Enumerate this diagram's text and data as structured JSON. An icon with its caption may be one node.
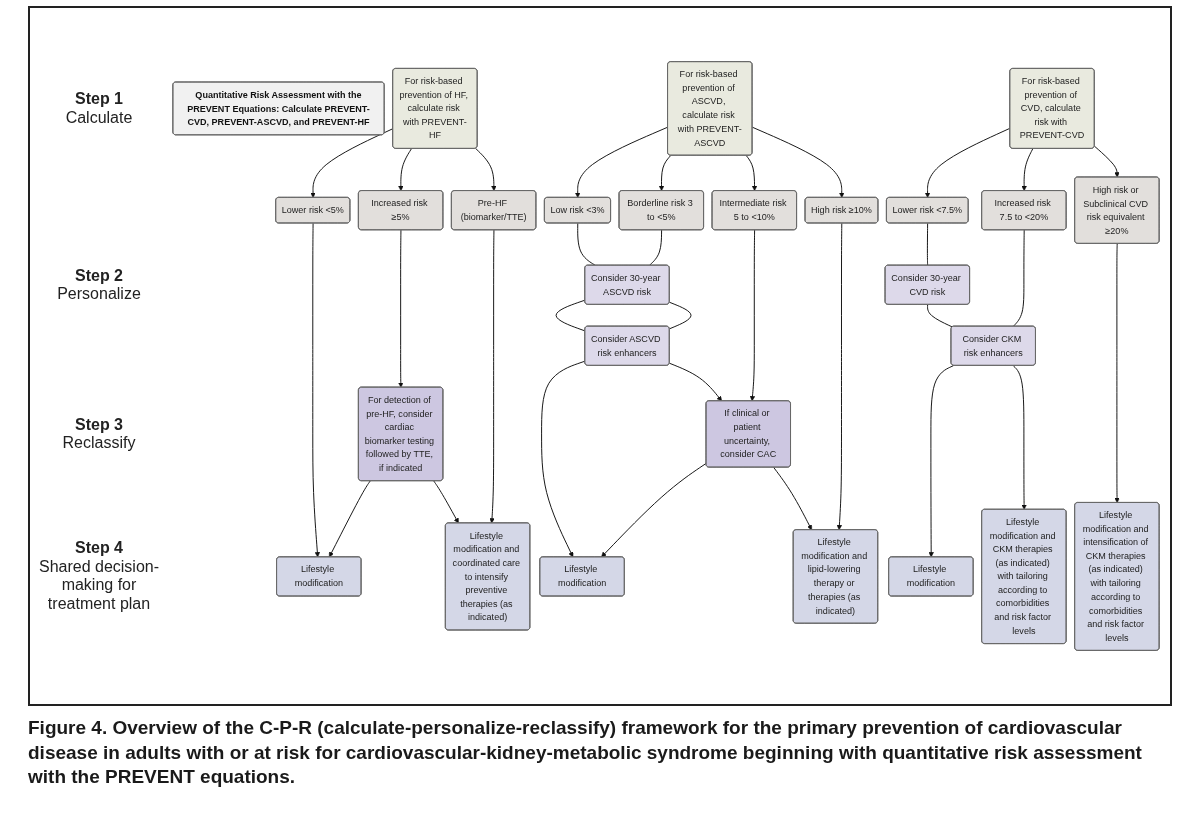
{
  "diagram": {
    "caption": "Figure 4. Overview of the C-P-R (calculate-personalize-reclassify) framework for the primary prevention of cardiovascular disease in adults with or at risk for cardiovascular-kidney-metabolic syndrome beginning with quantitative risk assessment with the PREVENT equations.",
    "nodes": [
      {
        "text": [
          "Quantitative Risk Assessment with the PREVENT Equations: Calculate PREVENT-CVD, PREVENT-ASCVD, and PREVENT-HF"
        ]
      },
      {
        "text": [
          "For risk-based prevention of HF, calculate risk with PREVENT-HF"
        ]
      },
      {
        "text": [
          "For risk-based prevention of ASCVD, calculate risk with PREVENT-ASCVD"
        ]
      },
      {
        "text": [
          "For risk-based prevention of CVD, calculate risk with PREVENT-CVD"
        ]
      },
      {
        "text": [
          "Lower risk <5%"
        ]
      },
      {
        "text": [
          "Increased risk ≥5%"
        ]
      },
      {
        "text": [
          "Pre-HF (biomarker/TTE)"
        ]
      },
      {
        "text": [
          "Low risk <3%"
        ]
      },
      {
        "text": [
          "Borderline risk 3 to <5%"
        ]
      },
      {
        "text": [
          "Intermediate risk 5 to <10%"
        ]
      },
      {
        "text": [
          "High risk ≥10%"
        ]
      },
      {
        "text": [
          "Lower risk <7.5%"
        ]
      },
      {
        "text": [
          "Increased risk 7.5 to <20%"
        ]
      },
      {
        "text": [
          "High risk or Subclinical CVD risk equivalent ≥20%"
        ]
      },
      {
        "text": [
          "Consider 30-year ASCVD risk"
        ]
      },
      {
        "text": [
          "Consider ASCVD risk enhancers"
        ]
      },
      {
        "text": [
          "Consider 30-year CVD risk"
        ]
      },
      {
        "text": [
          "Consider CKM risk enhancers"
        ]
      },
      {
        "text": [
          "For detection of pre-HF, consider cardiac biomarker testing followed by TTE, if indicated"
        ]
      },
      {
        "text": [
          "If clinical or patient uncertainty, consider CAC"
        ]
      },
      {
        "text": [
          "Lifestyle modification"
        ]
      },
      {
        "text": [
          "Lifestyle modification and coordinated care to intensify preventive therapies (as indicated)"
        ]
      },
      {
        "text": [
          "Lifestyle modification"
        ]
      },
      {
        "text": [
          "Lifestyle modification and lipid-lowering therapy or therapies (as indicated)"
        ]
      },
      {
        "text": [
          "Lifestyle modification"
        ]
      },
      {
        "text": [
          "Lifestyle modification and CKM therapies (as indicated) with tailoring according to comorbidities and risk factor levels"
        ]
      },
      {
        "text": [
          "Lifestyle modification and intensification of CKM therapies (as indicated) with tailoring according to comorbidities and risk factor levels"
        ]
      }
    ],
    "edges": [
      {
        "from": 1,
        "to": 4,
        "arrow": "to"
      },
      {
        "from": 1,
        "to": 5,
        "arrow": "to"
      },
      {
        "from": 1,
        "to": 6,
        "arrow": "to"
      },
      {
        "from": 2,
        "to": 7,
        "arrow": "to"
      },
      {
        "from": 2,
        "to": 8,
        "arrow": "to"
      },
      {
        "from": 2,
        "to": 9,
        "arrow": "to"
      },
      {
        "from": 2,
        "to": 10,
        "arrow": "to"
      },
      {
        "from": 3,
        "to": 11,
        "arrow": "to"
      },
      {
        "from": 3,
        "to": 12,
        "arrow": "to"
      },
      {
        "from": 3,
        "to": 13,
        "arrow": "to"
      },
      {
        "from": 4,
        "to": 20,
        "arrow": "to"
      },
      {
        "from": 5,
        "to": 18,
        "arrow": "to"
      },
      {
        "from": 6,
        "to": 21,
        "arrow": "to"
      },
      {
        "from": 18,
        "to": 20,
        "arrow": "to"
      },
      {
        "from": 18,
        "to": 21,
        "arrow": "to"
      },
      {
        "from": 7,
        "to": 14,
        "arrow": "none"
      },
      {
        "from": 8,
        "to": 14,
        "arrow": "none"
      },
      {
        "from": 14,
        "to": 15,
        "arrow": "none"
      },
      {
        "from": 14,
        "to": 15,
        "arrow": "none"
      },
      {
        "from": 15,
        "to": 22,
        "arrow": "to"
      },
      {
        "from": 15,
        "to": 19,
        "arrow": "to"
      },
      {
        "from": 9,
        "to": 19,
        "arrow": "to"
      },
      {
        "from": 19,
        "to": 22,
        "arrow": "to"
      },
      {
        "from": 19,
        "to": 23,
        "arrow": "to"
      },
      {
        "from": 10,
        "to": 23,
        "arrow": "to"
      },
      {
        "from": 11,
        "to": 16,
        "arrow": "none"
      },
      {
        "from": 16,
        "to": 17,
        "arrow": "none"
      },
      {
        "from": 12,
        "to": 17,
        "arrow": "none"
      },
      {
        "from": 17,
        "to": 24,
        "arrow": "to"
      },
      {
        "from": 17,
        "to": 25,
        "arrow": "to"
      },
      {
        "from": 13,
        "to": 26,
        "arrow": "to"
      }
    ],
    "labels": [
      "Step 1",
      "Calculate",
      "Step 2",
      "Personalize",
      "Step 3",
      "Reclassify",
      "Step 4",
      "Shared decision-making for treatment plan"
    ]
  }
}
